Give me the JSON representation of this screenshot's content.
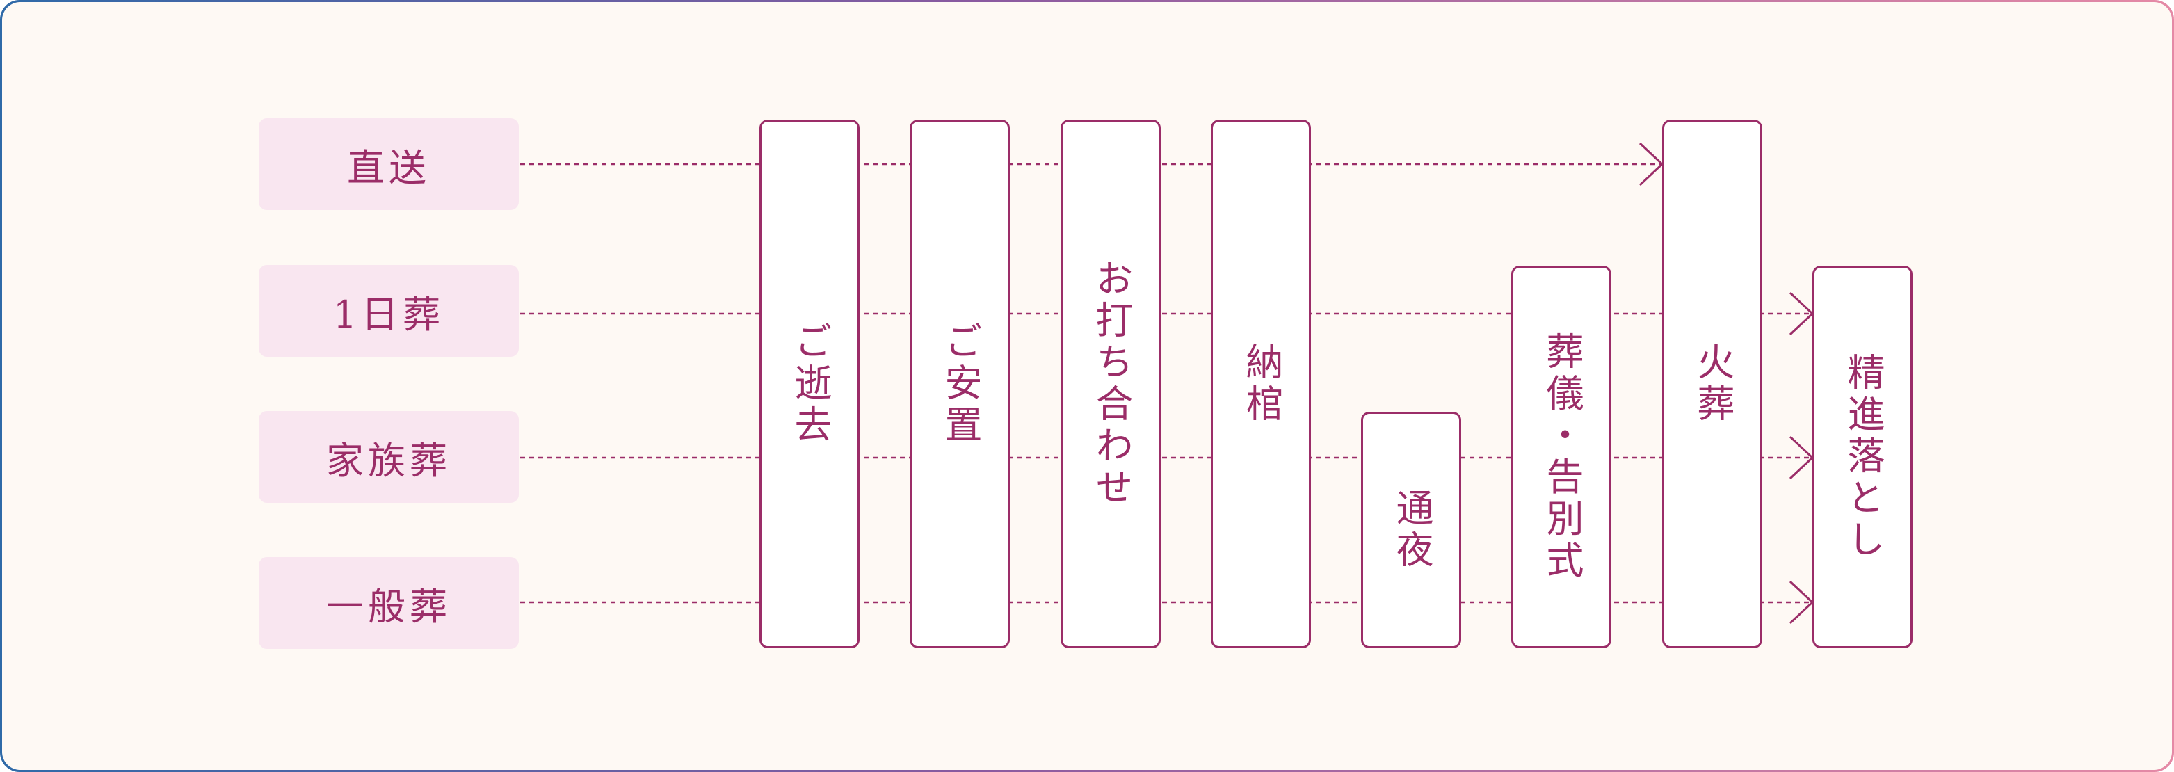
{
  "colors": {
    "accent": "#9b2d68",
    "type_bg": "#f9e6f0",
    "canvas_bg": "#fef9f4",
    "border_gradient": [
      "#2f6aa8",
      "#e58aa6"
    ]
  },
  "types": [
    {
      "label": "直送"
    },
    {
      "label": "1日葬"
    },
    {
      "label": "家族葬"
    },
    {
      "label": "一般葬"
    }
  ],
  "steps": [
    {
      "label": "ご逝去"
    },
    {
      "label": "ご安置"
    },
    {
      "label": "お打ち合わせ"
    },
    {
      "label": "納棺"
    },
    {
      "label": "通夜"
    },
    {
      "label": "葬儀・告別式"
    },
    {
      "label": "火葬"
    },
    {
      "label": "精進落とし"
    }
  ]
}
